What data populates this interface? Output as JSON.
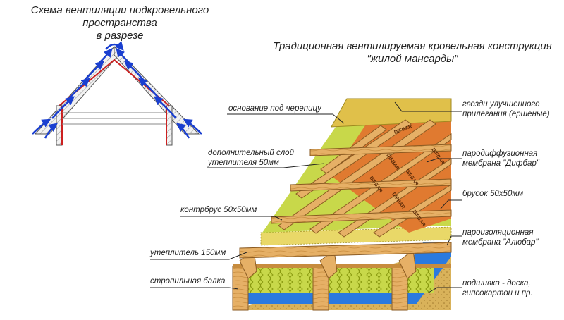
{
  "left_title": {
    "line1": "Схема вентиляции подкровельного пространства",
    "line2": "в разрезе"
  },
  "right_title": {
    "line1": "Традиционная вентилируемая кровельная конструкция",
    "line2": "\"жилой мансарды\""
  },
  "labels_left": {
    "base": "основание под черепицу",
    "extra_insulation_1": "дополнительный слой",
    "extra_insulation_2": "утеплителя 50мм",
    "counter_batten": "контрбрус 50х50мм",
    "insulation": "утеплитель 150мм",
    "rafter": "стропильная балка"
  },
  "labels_right": {
    "nails_1": "гвозди улучшенного",
    "nails_2": "прилегания (ершеные)",
    "membrane_1": "пародиффузионная",
    "membrane_2": "мембрана \"Дифбар\"",
    "batten": "брусок 50х50мм",
    "vapor_1": "пароизоляционная",
    "vapor_2": "мембрана \"Алюбар\"",
    "lining_1": "подшивка - доска,",
    "lining_2": "гипсокартон и пр."
  },
  "membrane_brand": "DIFBAR",
  "colors": {
    "wood": "#e6b066",
    "wood_dark": "#8a5a22",
    "insulation": "#c8d84a",
    "membrane": "#e07a30",
    "base_board": "#e0c04a",
    "vapor": "#2a7adf",
    "airflow": "#1a3fd0",
    "leader": "#222222"
  }
}
